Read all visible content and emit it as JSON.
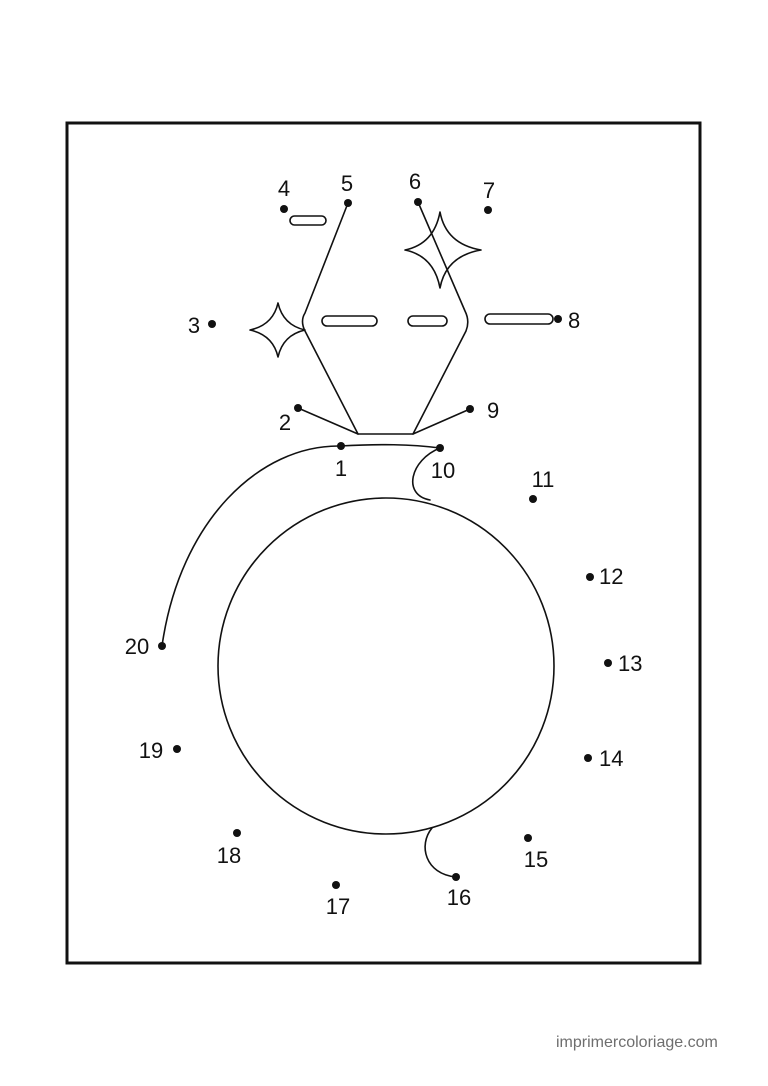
{
  "puzzle": {
    "points": [
      "1",
      "2",
      "3",
      "4",
      "5",
      "6",
      "7",
      "8",
      "9",
      "10",
      "11",
      "12",
      "13",
      "14",
      "15",
      "16",
      "17",
      "18",
      "19",
      "20"
    ]
  },
  "footer": {
    "credit": "imprimercoloriage.com"
  }
}
